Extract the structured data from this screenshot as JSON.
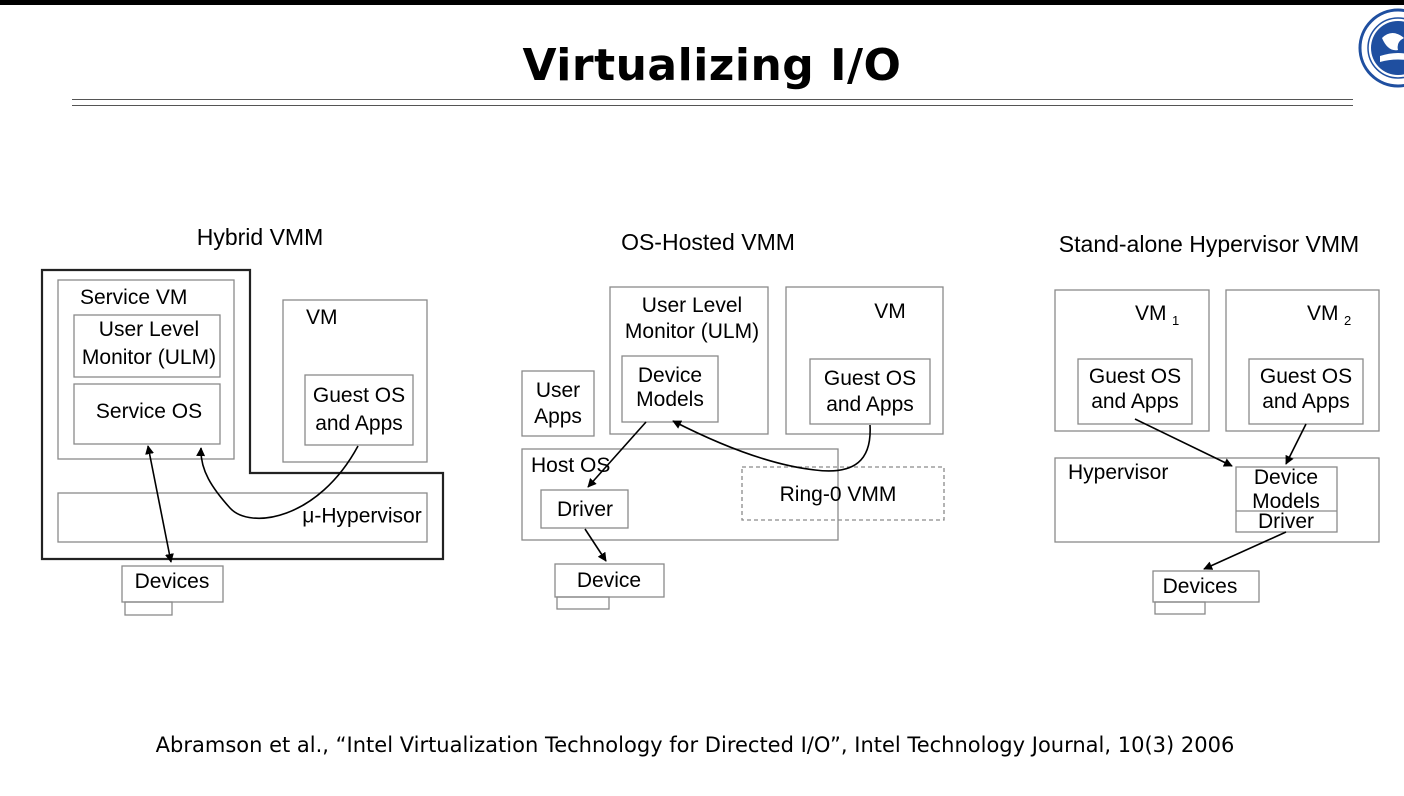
{
  "slide": {
    "title": "Virtualizing I/O",
    "citation": "Abramson et al., “Intel Virtualization Technology for Directed I/O”, Intel Technology Journal, 10(3) 2006",
    "logo_icon": "university-seal-icon"
  },
  "diagrams": {
    "hybrid": {
      "heading": "Hybrid VMM",
      "service_vm": "Service VM",
      "ulm_line1": "User Level",
      "ulm_line2": "Monitor (ULM)",
      "service_os": "Service OS",
      "vm": "VM",
      "guest_line1": "Guest OS",
      "guest_line2": "and Apps",
      "hypervisor": "μ-Hypervisor",
      "devices": "Devices"
    },
    "hosted": {
      "heading": "OS-Hosted VMM",
      "ulm_line1": "User Level",
      "ulm_line2": "Monitor (ULM)",
      "device_models_line1": "Device",
      "device_models_line2": "Models",
      "vm": "VM",
      "guest_line1": "Guest OS",
      "guest_line2": "and Apps",
      "user_apps_line1": "User",
      "user_apps_line2": "Apps",
      "host_os": "Host OS",
      "driver": "Driver",
      "ring0": "Ring-0 VMM",
      "device": "Device"
    },
    "standalone": {
      "heading": "Stand-alone Hypervisor VMM",
      "vm1": "VM",
      "vm1_sub": "1",
      "vm2": "VM",
      "vm2_sub": "2",
      "guest1_line1": "Guest OS",
      "guest1_line2": "and Apps",
      "guest2_line1": "Guest OS",
      "guest2_line2": "and Apps",
      "hypervisor": "Hypervisor",
      "device_models_line1": "Device",
      "device_models_line2": "Models",
      "driver": "Driver",
      "devices": "Devices"
    }
  }
}
